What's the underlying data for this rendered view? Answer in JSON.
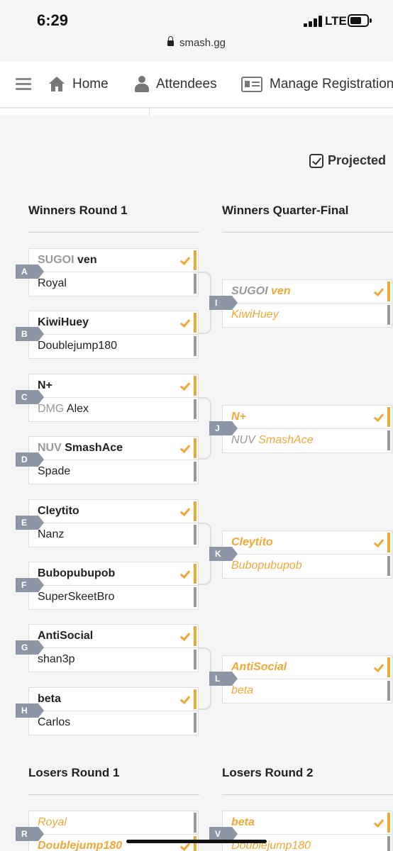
{
  "status": {
    "time": "6:29",
    "network": "LTE"
  },
  "url": "smash.gg",
  "nav": {
    "home": "Home",
    "attendees": "Attendees",
    "manage": "Manage Registration"
  },
  "projected_label": "Projected",
  "rounds": {
    "wr1": "Winners Round 1",
    "wqf": "Winners Quarter-Final",
    "lr1": "Losers Round 1",
    "lr2": "Losers Round 2"
  },
  "matches": {
    "A": {
      "id": "A",
      "top": {
        "prefix": "SUGOI",
        "name": "ven"
      },
      "bot": {
        "prefix": "",
        "name": "Royal"
      }
    },
    "B": {
      "id": "B",
      "top": {
        "prefix": "",
        "name": "KiwiHuey"
      },
      "bot": {
        "prefix": "",
        "name": "Doublejump180"
      }
    },
    "C": {
      "id": "C",
      "top": {
        "prefix": "",
        "name": "N+"
      },
      "bot": {
        "prefix": "DMG",
        "name": "Alex"
      }
    },
    "D": {
      "id": "D",
      "top": {
        "prefix": "NUV",
        "name": "SmashAce"
      },
      "bot": {
        "prefix": "",
        "name": "Spade"
      }
    },
    "E": {
      "id": "E",
      "top": {
        "prefix": "",
        "name": "Cleytito"
      },
      "bot": {
        "prefix": "",
        "name": "Nanz"
      }
    },
    "F": {
      "id": "F",
      "top": {
        "prefix": "",
        "name": "Bubopubupob"
      },
      "bot": {
        "prefix": "",
        "name": "SuperSkeetBro"
      }
    },
    "G": {
      "id": "G",
      "top": {
        "prefix": "",
        "name": "AntiSocial"
      },
      "bot": {
        "prefix": "",
        "name": "shan3p"
      }
    },
    "H": {
      "id": "H",
      "top": {
        "prefix": "",
        "name": "beta"
      },
      "bot": {
        "prefix": "",
        "name": "Carlos"
      }
    },
    "I": {
      "id": "I",
      "top": {
        "prefix": "SUGOI",
        "name": "ven"
      },
      "bot": {
        "prefix": "",
        "name": "KiwiHuey"
      }
    },
    "J": {
      "id": "J",
      "top": {
        "prefix": "",
        "name": "N+"
      },
      "bot": {
        "prefix": "NUV",
        "name": "SmashAce"
      }
    },
    "K": {
      "id": "K",
      "top": {
        "prefix": "",
        "name": "Cleytito"
      },
      "bot": {
        "prefix": "",
        "name": "Bubopubupob"
      }
    },
    "L": {
      "id": "L",
      "top": {
        "prefix": "",
        "name": "AntiSocial"
      },
      "bot": {
        "prefix": "",
        "name": "beta"
      }
    },
    "R": {
      "id": "R",
      "top": {
        "prefix": "",
        "name": "Royal"
      },
      "bot": {
        "prefix": "",
        "name": "Doublejump180"
      }
    },
    "V": {
      "id": "V",
      "top": {
        "prefix": "",
        "name": "beta"
      },
      "bot": {
        "prefix": "",
        "name": "Doublejump180"
      }
    }
  },
  "colors": {
    "accent": "#f0a836",
    "tag": "#8d96a6",
    "loser_bar": "#999999"
  }
}
